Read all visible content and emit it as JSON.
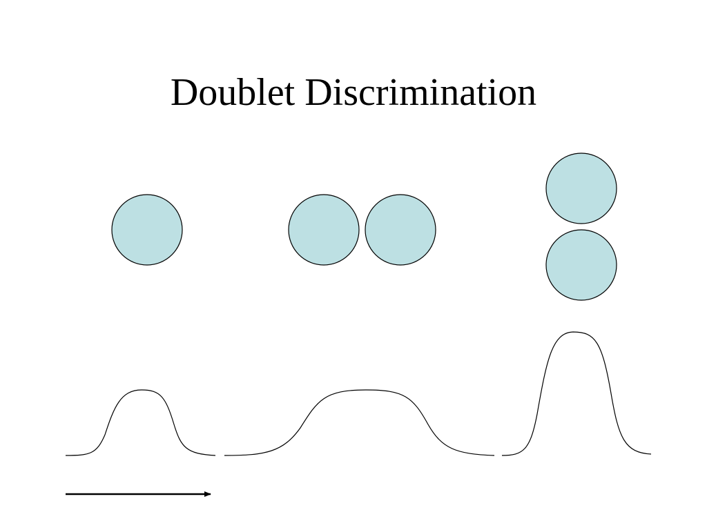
{
  "slide": {
    "title": "Doublet Discrimination"
  },
  "colors": {
    "cell_fill": "#bde0e3",
    "cell_stroke": "#000000",
    "signal_stroke": "#000000",
    "arrow_stroke": "#000000",
    "background": "#ffffff"
  },
  "panels": [
    {
      "case": "single-cell",
      "cell_count": 1,
      "arrangement": "single",
      "relative_pulse_height": 0.97,
      "relative_pulse_width": "narrow"
    },
    {
      "case": "doublet-side-by-side",
      "cell_count": 2,
      "arrangement": "horizontal",
      "relative_pulse_height": 1.0,
      "relative_pulse_width": "wide"
    },
    {
      "case": "doublet-stacked",
      "cell_count": 2,
      "arrangement": "vertical",
      "relative_pulse_height": 2.0,
      "relative_pulse_width": "narrow"
    }
  ],
  "icons": {
    "flow_direction": "right-arrow-icon",
    "cell": "circle-cell-icon"
  }
}
